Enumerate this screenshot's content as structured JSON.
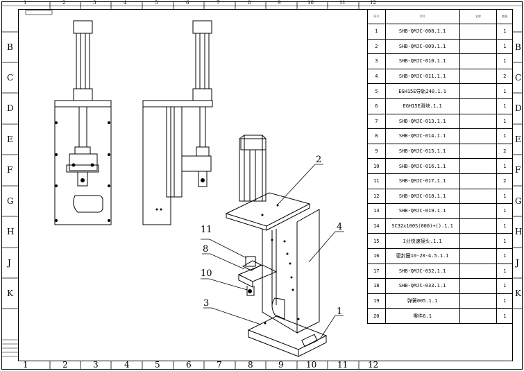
{
  "drawing": {
    "zones_top": [
      "1",
      "2",
      "3",
      "4",
      "5",
      "6",
      "7",
      "8",
      "9",
      "10",
      "11",
      "12"
    ],
    "zones_bottom": [
      "1",
      "2",
      "3",
      "4",
      "5",
      "6",
      "7",
      "8",
      "9",
      "10",
      "11",
      "12"
    ],
    "zones_left": [
      "B",
      "C",
      "D",
      "E",
      "F",
      "G",
      "H",
      "J",
      "K"
    ],
    "zones_right": [
      "B",
      "C",
      "D",
      "E",
      "F",
      "G",
      "H",
      "J",
      "K"
    ],
    "balloons": [
      "1",
      "2",
      "3",
      "4",
      "8",
      "10",
      "11"
    ]
  },
  "bom": {
    "headers": [
      "序号",
      "代号",
      "名称",
      "数量"
    ],
    "rows": [
      {
        "no": "1",
        "part": "SHB-QMJC-008.1.1",
        "qty": "1"
      },
      {
        "no": "2",
        "part": "SHB-QMJC-009.1.1",
        "qty": "1"
      },
      {
        "no": "3",
        "part": "SHB-QMJC-010.1.1",
        "qty": "1"
      },
      {
        "no": "4",
        "part": "SHB-QMJC-011.1.1",
        "qty": "2"
      },
      {
        "no": "5",
        "part": "EGH15E导轨240.1.1",
        "qty": "1"
      },
      {
        "no": "6",
        "part": "EGH15E滑块.1.1",
        "qty": "1"
      },
      {
        "no": "7",
        "part": "SHB-QMJC-013.1.1",
        "qty": "1"
      },
      {
        "no": "8",
        "part": "SHB-QMJC-014.1.1",
        "qty": "1"
      },
      {
        "no": "9",
        "part": "SHB-QMJC-015.1.1",
        "qty": "2"
      },
      {
        "no": "10",
        "part": "SHB-QMJC-016.1.1",
        "qty": "1"
      },
      {
        "no": "11",
        "part": "SHB-QMJC-017.1.1",
        "qty": "2"
      },
      {
        "no": "12",
        "part": "SHB-QMJC-018.1.1",
        "qty": "1"
      },
      {
        "no": "13",
        "part": "SHB-QMJC-019.1.1",
        "qty": "1"
      },
      {
        "no": "14",
        "part": "SC32x100S(000)+().1.1",
        "qty": "1"
      },
      {
        "no": "15",
        "part": "1分快速接头.1.1",
        "qty": "1"
      },
      {
        "no": "16",
        "part": "密封圈10-20-4.5.1.1",
        "qty": "1"
      },
      {
        "no": "17",
        "part": "SHB-QMJC-032.1.1",
        "qty": "1"
      },
      {
        "no": "18",
        "part": "SHB-QMJC-033.1.1",
        "qty": "1"
      },
      {
        "no": "19",
        "part": "弹簧005.1.1",
        "qty": "1"
      },
      {
        "no": "20",
        "part": "零件6.1",
        "qty": "1"
      }
    ]
  }
}
